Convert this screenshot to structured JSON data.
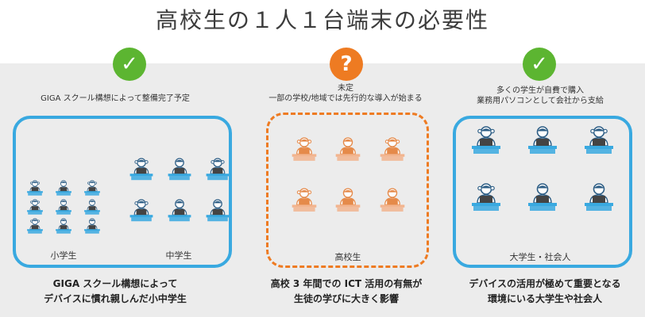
{
  "title": "高校生の１人１台端末の必要性",
  "columns": [
    {
      "status": "ok",
      "badge_glyph": "✓",
      "caption": [
        "GIGA スクール構想によって整備完了予定"
      ],
      "groups": [
        "小学生",
        "中学生"
      ],
      "bottom": [
        "GIGA スクール構想によって",
        "デバイスに慣れ親しんだ小中学生"
      ]
    },
    {
      "status": "pending",
      "badge_glyph": "?",
      "caption": [
        "未定",
        "一部の学校/地域では先行的な導入が始まる"
      ],
      "groups": [
        "高校生"
      ],
      "bottom": [
        "高校 3 年間での ICT 活用の有無が",
        "生徒の学びに大きく影響"
      ]
    },
    {
      "status": "ok",
      "badge_glyph": "✓",
      "caption": [
        "多くの学生が自費で購入",
        "業務用パソコンとして会社から支給"
      ],
      "groups": [
        "大学生・社会人"
      ],
      "bottom": [
        "デバイスの活用が極めて重要となる",
        "環境にいる大学生や社会人"
      ]
    }
  ],
  "colors": {
    "ok_badge": "#5cb531",
    "pending_badge": "#ee7b22",
    "blue_frame": "#39a9e0",
    "orange_frame": "#ee7b22",
    "blue_desk": "#39a9e0",
    "orange_desk": "#f2b48e",
    "orange_person": "#e58a4a"
  }
}
